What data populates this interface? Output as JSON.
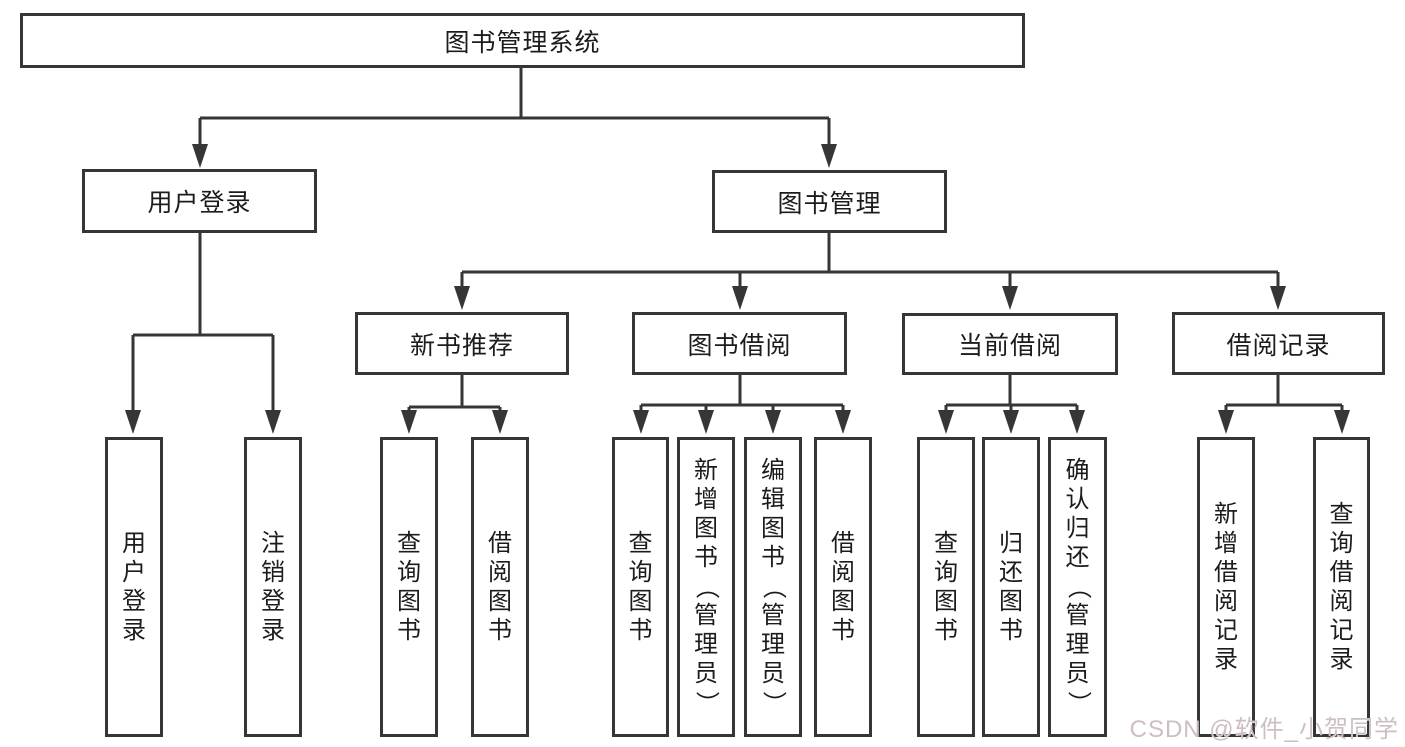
{
  "colors": {
    "line": "#363636",
    "text": "#1c1c1c",
    "background": "#ffffff",
    "watermark": "#cdbfc1"
  },
  "watermark": {
    "text": "CSDN @软件_小贺同学"
  },
  "diagram": {
    "root": {
      "label": "图书管理系统"
    },
    "branches": [
      {
        "label": "用户登录",
        "children": [
          {
            "label": "用户登录"
          },
          {
            "label": "注销登录"
          }
        ]
      },
      {
        "label": "图书管理",
        "children": [
          {
            "label": "新书推荐",
            "children": [
              {
                "label": "查询图书"
              },
              {
                "label": "借阅图书"
              }
            ]
          },
          {
            "label": "图书借阅",
            "children": [
              {
                "label": "查询图书"
              },
              {
                "label": "新增图书（管理员）"
              },
              {
                "label": "编辑图书（管理员）"
              },
              {
                "label": "借阅图书"
              }
            ]
          },
          {
            "label": "当前借阅",
            "children": [
              {
                "label": "查询图书"
              },
              {
                "label": "归还图书"
              },
              {
                "label": "确认归还（管理员）"
              }
            ]
          },
          {
            "label": "借阅记录",
            "children": [
              {
                "label": "新增借阅记录"
              },
              {
                "label": "查询借阅记录"
              }
            ]
          }
        ]
      }
    ]
  }
}
